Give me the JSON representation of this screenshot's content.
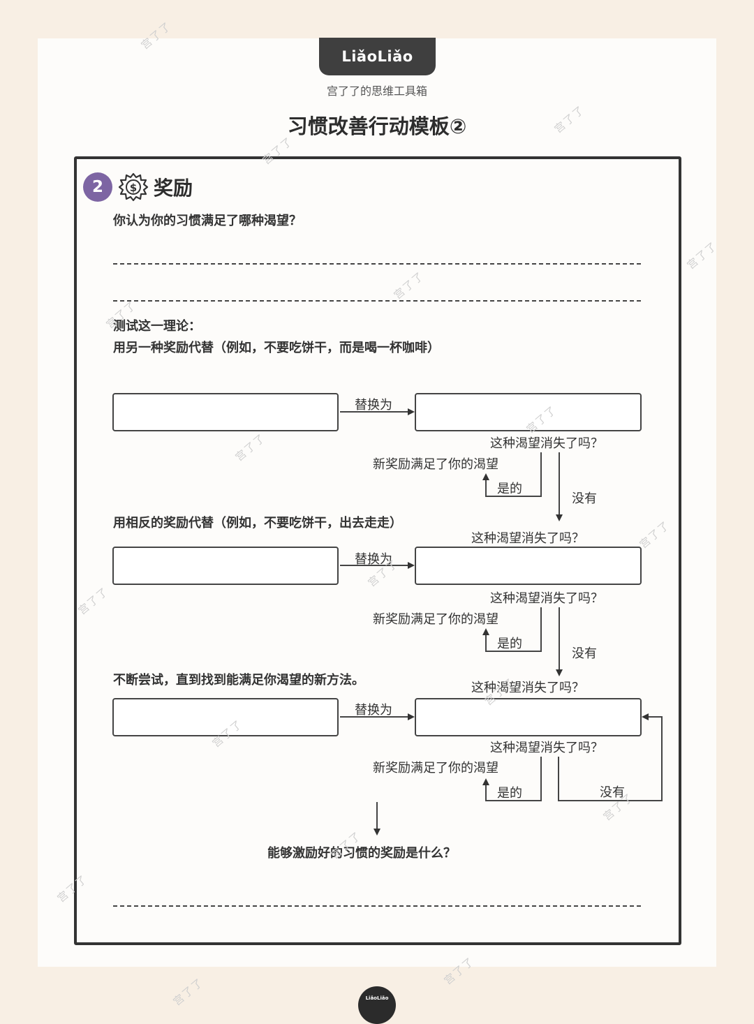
{
  "brand": {
    "logo_text": "LiǎoLiǎo",
    "subtitle": "宫了了的思维工具箱"
  },
  "page_title": "习惯改善行动模板②",
  "section": {
    "number": "2",
    "icon": "dollar-gear-icon",
    "title": "奖励"
  },
  "question_1": "你认为你的习惯满足了哪种渴望？",
  "test_heading": "测试这一理论：",
  "steps": [
    {
      "instruction": "用另一种奖励代替（例如，不要吃饼干，而是喝一杯咖啡）",
      "replace_label": "替换为",
      "question_after": "这种渴望消失了吗？",
      "yes_text": "新奖励满足了你的渴望",
      "yes_label": "是的",
      "no_label": "没有"
    },
    {
      "instruction": "用相反的奖励代替（例如，不要吃饼干，出去走走）",
      "question_before": "这种渴望消失了吗？",
      "replace_label": "替换为",
      "question_after": "这种渴望消失了吗？",
      "yes_text": "新奖励满足了你的渴望",
      "yes_label": "是的",
      "no_label": "没有"
    },
    {
      "instruction": "不断尝试，直到找到能满足你渴望的新方法。",
      "question_before": "这种渴望消失了吗？",
      "replace_label": "替换为",
      "question_after": "这种渴望消失了吗？",
      "yes_text": "新奖励满足了你的渴望",
      "yes_label": "是的",
      "no_label": "没有"
    }
  ],
  "final_question": "能够激励好的习惯的奖励是什么？",
  "watermark": "宫了了",
  "bottom_logo": "LiǎoLiǎo",
  "colors": {
    "background": "#f8efe4",
    "paper": "#fdfcfa",
    "badge": "#7d65a3",
    "ink": "#333333"
  }
}
